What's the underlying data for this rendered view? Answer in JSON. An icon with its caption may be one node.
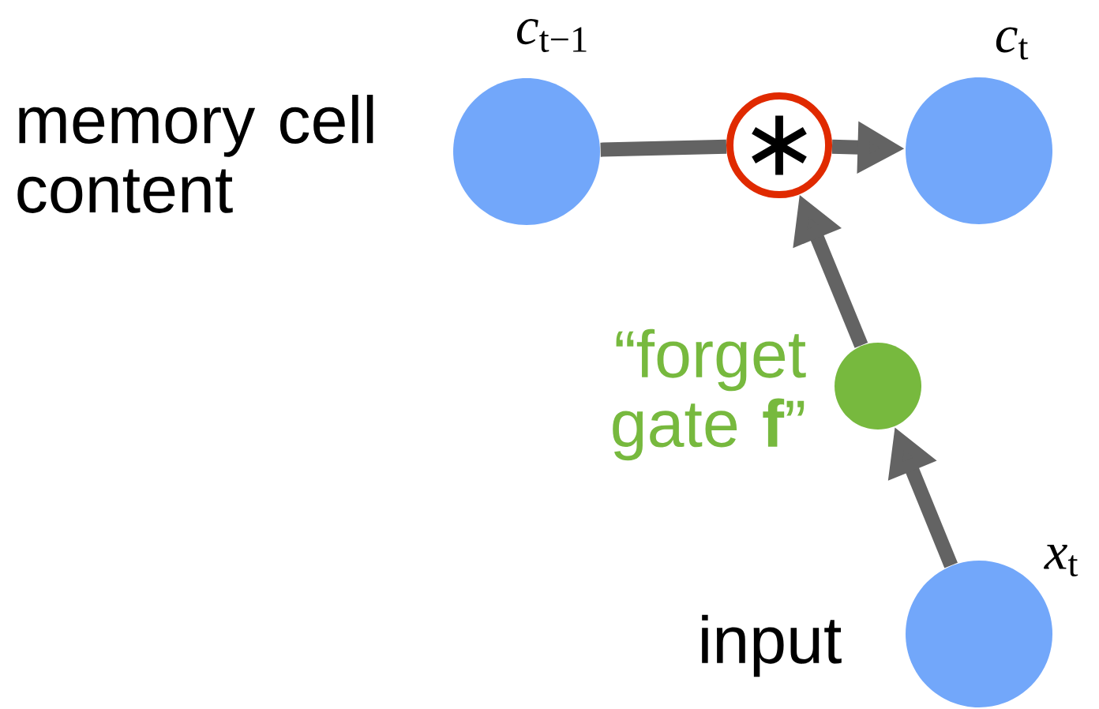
{
  "diagram": {
    "nodes": [
      {
        "text": [],
        "shape": "circle",
        "beside": [
          "*c*$_{t−1}$",
          "memory cell content"
        ]
      },
      {
        "text": [
          "∗"
        ]
      },
      {
        "text": [],
        "shape": "circle",
        "beside": [
          "*c*$_{t}$"
        ]
      },
      {
        "text": [],
        "shape": "circle",
        "beside": [
          "“forget gate **f**”"
        ]
      },
      {
        "text": [],
        "shape": "circle",
        "beside": [
          "*x*$_{t}$",
          "input"
        ]
      }
    ],
    "edges": [
      {
        "from": 0,
        "to": 1,
        "arrow": "none"
      },
      {
        "from": 1,
        "to": 2,
        "arrow": "to"
      },
      {
        "from": 3,
        "to": 1,
        "arrow": "to"
      },
      {
        "from": 4,
        "to": 3,
        "arrow": "to"
      }
    ]
  }
}
